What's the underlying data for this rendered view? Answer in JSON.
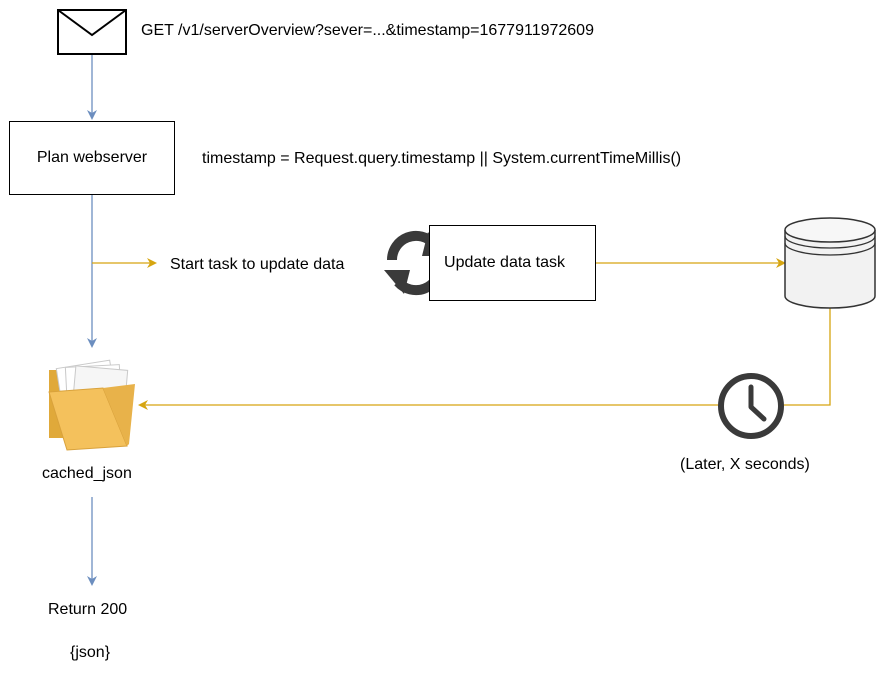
{
  "request": {
    "label": "GET /v1/serverOverview?sever=...&timestamp=1677911972609",
    "icon": "envelope-icon"
  },
  "webserver": {
    "label": "Plan webserver",
    "note": "timestamp = Request.query.timestamp || System.currentTimeMillis()"
  },
  "task": {
    "start_label": "Start task to update data",
    "box_label": "Update data task",
    "icon": "refresh-icon"
  },
  "database": {
    "icon": "database-icon"
  },
  "clock": {
    "label": "(Later, X seconds)",
    "icon": "clock-icon"
  },
  "cache": {
    "label": "cached_json",
    "icon": "folder-icon"
  },
  "response": {
    "status": "Return 200",
    "body": "{json}"
  },
  "colors": {
    "blue_arrow": "#6c8ebf",
    "gold_arrow": "#d6a510",
    "icon_dark": "#3a3a3a",
    "folder": "#f4c15c"
  }
}
